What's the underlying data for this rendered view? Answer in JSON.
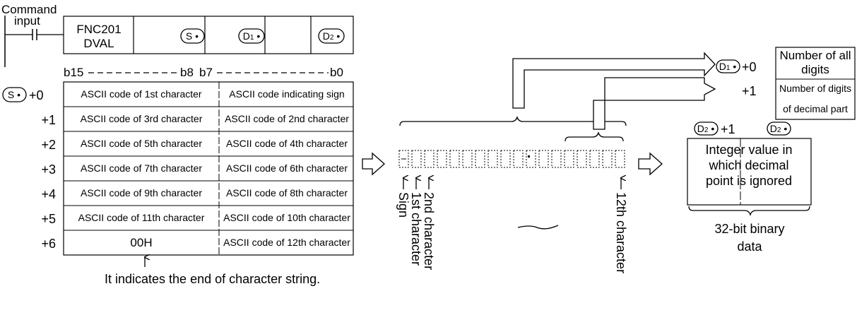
{
  "ladder": {
    "command_label_1": "Command",
    "command_label_2": "input",
    "fnc_line1": "FNC201",
    "fnc_line2": "DVAL",
    "operands": [
      {
        "letter": "S",
        "sub": ""
      },
      {
        "letter": "D",
        "sub": "1"
      },
      {
        "letter": "D",
        "sub": "2"
      }
    ]
  },
  "source_table": {
    "bit_labels": [
      "b15",
      "b8",
      "b7",
      "b0"
    ],
    "operand": {
      "letter": "S",
      "sub": ""
    },
    "offsets": [
      "+0",
      "+1",
      "+2",
      "+3",
      "+4",
      "+5",
      "+6"
    ],
    "rows": [
      [
        "ASCII code of 1st character",
        "ASCII code indicating sign"
      ],
      [
        "ASCII code of 3rd character",
        "ASCII code of 2nd character"
      ],
      [
        "ASCII code of 5th character",
        "ASCII code of 4th character"
      ],
      [
        "ASCII code of 7th character",
        "ASCII code of 6th character"
      ],
      [
        "ASCII code of 9th character",
        "ASCII code of 8th character"
      ],
      [
        "ASCII code of 11th character",
        "ASCII code of 10th character"
      ],
      [
        "00H",
        "ASCII code of 12th character"
      ]
    ],
    "end_note": "It indicates the end of character string."
  },
  "char_display": {
    "labels": [
      "Sign",
      "1st character",
      "2nd character",
      "12th character"
    ]
  },
  "d1_table": {
    "operand": {
      "letter": "D",
      "sub": "1"
    },
    "offsets": [
      "+0",
      "+1"
    ],
    "rows": [
      [
        "Number of all",
        "digits"
      ],
      [
        "Number of digits",
        "of decimal part"
      ]
    ]
  },
  "d2_block": {
    "operand": {
      "letter": "D",
      "sub": "2"
    },
    "offset_high": "+1",
    "lines": [
      "Integer value in",
      "which decimal",
      "point is ignored"
    ],
    "caption_1": "32-bit binary",
    "caption_2": "data"
  }
}
